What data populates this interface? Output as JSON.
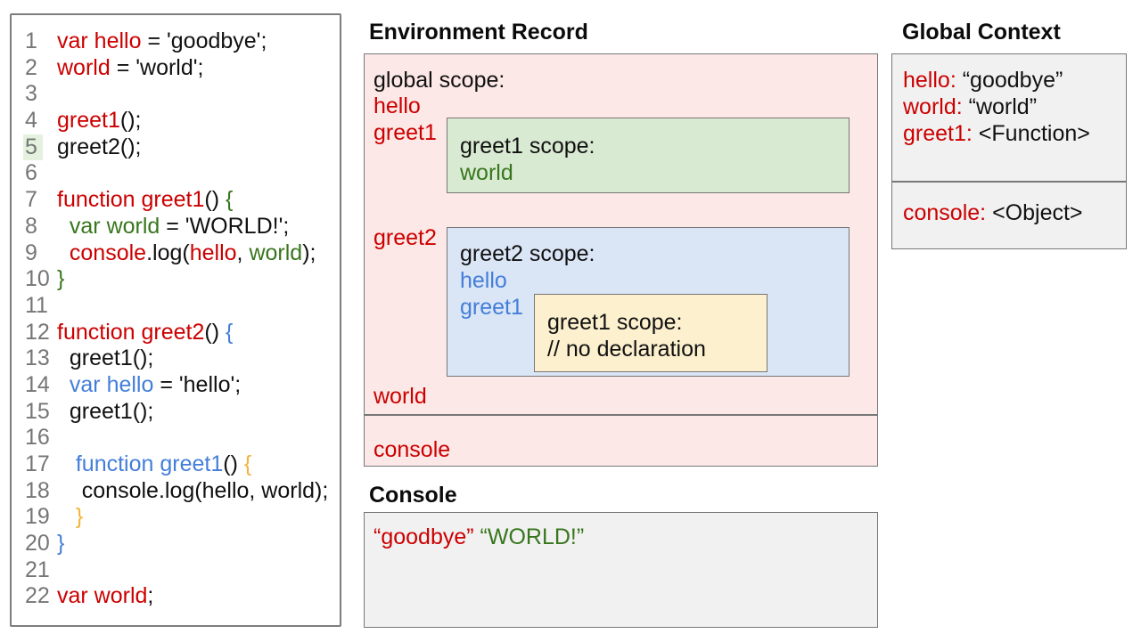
{
  "palette": {
    "red": "#cc0000",
    "green": "#38761d",
    "blue": "#437ed9",
    "yellow": "#f3b33c",
    "pink_fill": "#fce8e6",
    "green_fill": "#d9ead3",
    "blue_fill": "#dae5f6",
    "yellow_fill": "#fcf0ce",
    "gray_fill": "#f1f1f1",
    "border_gray": "#777777",
    "line_number_gray": "#767676",
    "highlight_green": "#e4f1de"
  },
  "code": {
    "highlighted_line": "5",
    "lines": [
      {
        "n": "1",
        "hl": false,
        "tokens": [
          [
            "var hello",
            "r"
          ],
          [
            " = 'goodbye';",
            "k"
          ]
        ]
      },
      {
        "n": "2",
        "hl": false,
        "tokens": [
          [
            "world",
            "r"
          ],
          [
            " = 'world';",
            "k"
          ]
        ]
      },
      {
        "n": "3",
        "hl": false,
        "tokens": []
      },
      {
        "n": "4",
        "hl": false,
        "tokens": [
          [
            "greet1",
            "r"
          ],
          [
            "();",
            "k"
          ]
        ]
      },
      {
        "n": "5",
        "hl": true,
        "tokens": [
          [
            "greet2();",
            "k"
          ]
        ]
      },
      {
        "n": "6",
        "hl": false,
        "tokens": []
      },
      {
        "n": "7",
        "hl": false,
        "tokens": [
          [
            "function greet1",
            "r"
          ],
          [
            "() ",
            "k"
          ],
          [
            "{",
            "g"
          ]
        ]
      },
      {
        "n": "8",
        "hl": false,
        "tokens": [
          [
            "  var world",
            "g"
          ],
          [
            " = 'WORLD!';",
            "k"
          ]
        ]
      },
      {
        "n": "9",
        "hl": false,
        "tokens": [
          [
            "  ",
            "k"
          ],
          [
            "console",
            "r"
          ],
          [
            ".log(",
            "k"
          ],
          [
            "hello",
            "r"
          ],
          [
            ", ",
            "k"
          ],
          [
            "world",
            "g"
          ],
          [
            ");",
            "k"
          ]
        ]
      },
      {
        "n": "10",
        "hl": false,
        "tokens": [
          [
            "}",
            "g"
          ]
        ]
      },
      {
        "n": "11",
        "hl": false,
        "tokens": []
      },
      {
        "n": "12",
        "hl": false,
        "tokens": [
          [
            "function greet2",
            "r"
          ],
          [
            "() ",
            "k"
          ],
          [
            "{",
            "b"
          ]
        ]
      },
      {
        "n": "13",
        "hl": false,
        "tokens": [
          [
            "  greet1();",
            "k"
          ]
        ]
      },
      {
        "n": "14",
        "hl": false,
        "tokens": [
          [
            "  var hello",
            "b"
          ],
          [
            " = 'hello';",
            "k"
          ]
        ]
      },
      {
        "n": "15",
        "hl": false,
        "tokens": [
          [
            "  greet1();",
            "k"
          ]
        ]
      },
      {
        "n": "16",
        "hl": false,
        "tokens": []
      },
      {
        "n": "17",
        "hl": false,
        "tokens": [
          [
            "   ",
            "k"
          ],
          [
            "function greet1",
            "b"
          ],
          [
            "() ",
            "k"
          ],
          [
            "{",
            "y"
          ]
        ]
      },
      {
        "n": "18",
        "hl": false,
        "tokens": [
          [
            "    console.log(hello, world);",
            "k"
          ]
        ]
      },
      {
        "n": "19",
        "hl": false,
        "tokens": [
          [
            "   ",
            "k"
          ],
          [
            "}",
            "y"
          ]
        ]
      },
      {
        "n": "20",
        "hl": false,
        "tokens": [
          [
            "}",
            "b"
          ]
        ]
      },
      {
        "n": "21",
        "hl": false,
        "tokens": []
      },
      {
        "n": "22",
        "hl": false,
        "tokens": [
          [
            "var world",
            "r"
          ],
          [
            ";",
            "k"
          ]
        ]
      }
    ]
  },
  "environment_record": {
    "title": "Environment Record",
    "global_scope_label": "global scope:",
    "global_entries": [
      "hello",
      "greet1",
      "greet2",
      "world"
    ],
    "greet1_scope": {
      "label": "greet1 scope:",
      "entry": "world"
    },
    "greet2_scope": {
      "label": "greet2 scope:",
      "entry1": "hello",
      "entry2": "greet1"
    },
    "inner_greet1_scope": {
      "label": "greet1 scope:",
      "comment": "// no declaration"
    },
    "console_entry": "console"
  },
  "console_panel": {
    "title": "Console",
    "output_1": "“goodbye”",
    "output_2": "“WORLD!”"
  },
  "global_context": {
    "title": "Global Context",
    "variables": [
      {
        "name": "hello:",
        "value": "“goodbye”"
      },
      {
        "name": "world:",
        "value": "“world”"
      },
      {
        "name": "greet1:",
        "value": "<Function>"
      }
    ],
    "builtins": [
      {
        "name": "console:",
        "value": "<Object>"
      }
    ]
  }
}
